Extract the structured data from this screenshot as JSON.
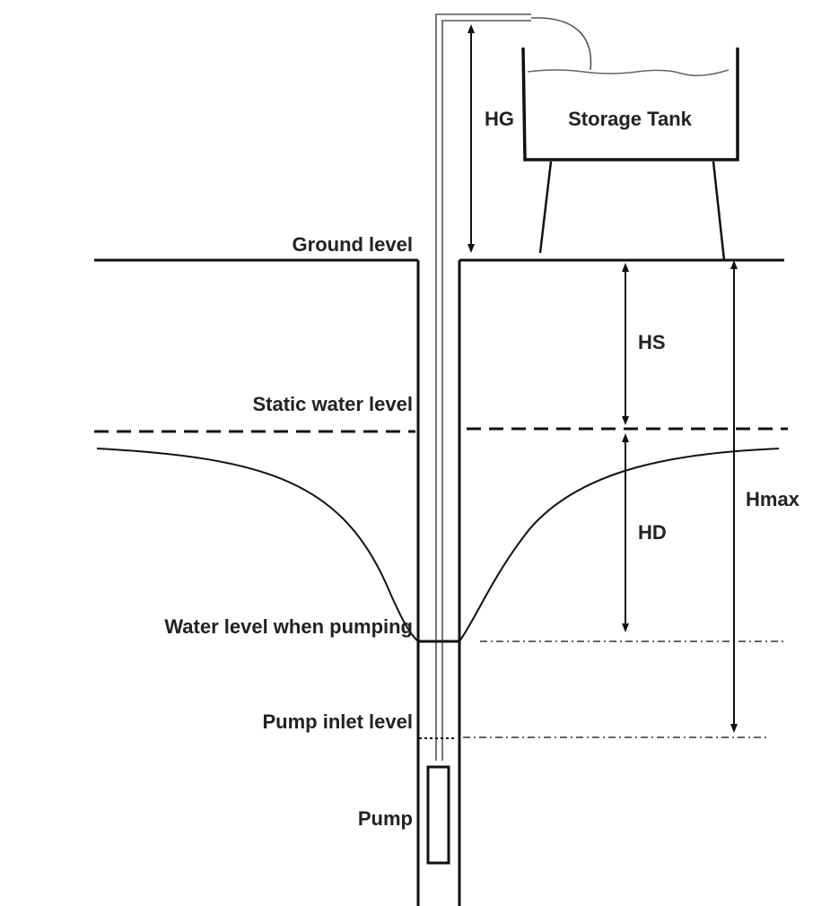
{
  "labels": {
    "hg": "HG",
    "storage_tank": "Storage Tank",
    "ground_level": "Ground level",
    "hs": "HS",
    "static_water_level": "Static water level",
    "hd": "HD",
    "hmax": "Hmax",
    "water_level_pumping": "Water level when pumping",
    "pump_inlet_level": "Pump inlet level",
    "pump": "Pump"
  },
  "colors": {
    "line": "#111111",
    "pipe": "#555555",
    "dashdot": "#666666"
  }
}
